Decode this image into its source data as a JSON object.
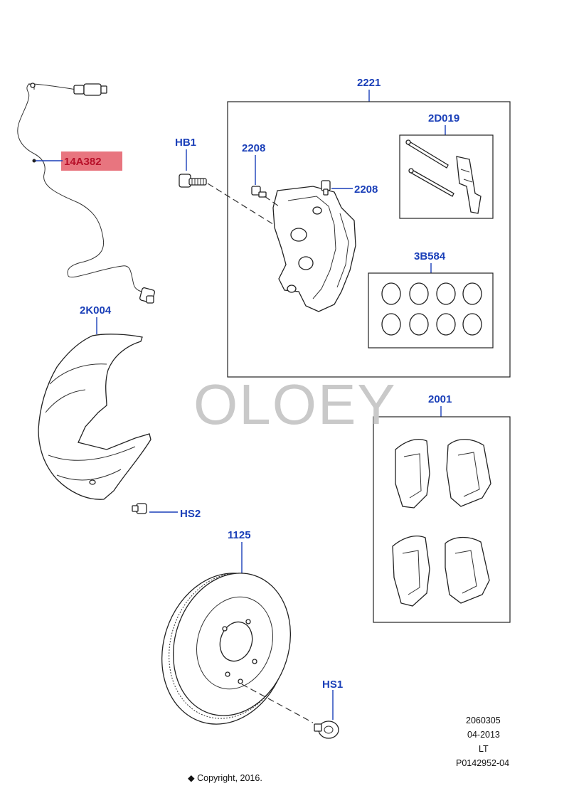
{
  "callouts": {
    "sensor": "14A382",
    "caliper_assembly": "2221",
    "bolt_hb1": "HB1",
    "bleed_screw_top": "2208",
    "bleed_screw_right": "2208",
    "pin_kit": "2D019",
    "seal_kit": "3B584",
    "shield": "2K004",
    "pads": "2001",
    "screw_hs2": "HS2",
    "disc": "1125",
    "screw_hs1": "HS1"
  },
  "watermark": "OLOEY",
  "meta": {
    "line1": "2060305",
    "line2": "04-2013",
    "line3": "LT",
    "line4": "P0142952-04"
  },
  "copyright": "◆ Copyright, 2016.",
  "colors": {
    "callout_text": "#1a3fb8",
    "highlight_fill": "#e8757f",
    "highlight_text": "#b8102a"
  }
}
